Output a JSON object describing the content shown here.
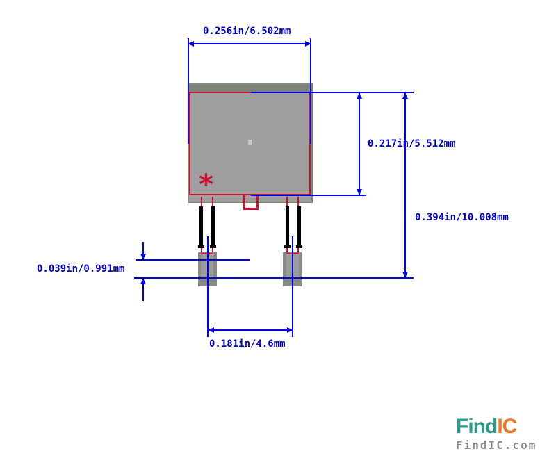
{
  "diagram": {
    "title": "package-footprint-dimension-drawing",
    "dimensions": {
      "body_width": {
        "label": "0.256in/6.502mm"
      },
      "body_height": {
        "label": "0.217in/5.512mm"
      },
      "total_height": {
        "label": "0.394in/10.008mm"
      },
      "pad_height": {
        "label": "0.039in/0.991mm"
      },
      "pin_pitch": {
        "label": "0.181in/4.6mm"
      }
    },
    "pin1_marker": "*"
  },
  "colors": {
    "dim_line": "#0000ee",
    "dim_text": "#0000cc",
    "outline_red": "#cc1133",
    "body_fill": "#9e9e9e",
    "body_edge": "#7c8b76",
    "body_band": "#7d827b",
    "pad_fill": "#8a8a8a",
    "pad_inner": "#9c9c9c",
    "pin_black": "#000000",
    "logo_teal": "#2a9b8b",
    "logo_orange": "#ee7623",
    "logo_gray": "#8a8a8a"
  },
  "logo": {
    "brand_primary": "Find",
    "brand_secondary": "IC",
    "domain": "FindIC.com"
  }
}
